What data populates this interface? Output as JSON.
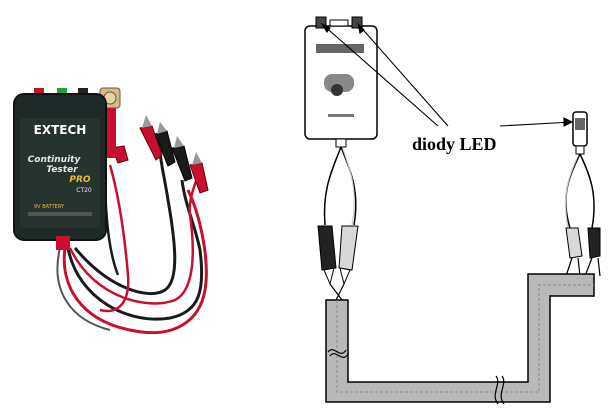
{
  "device": {
    "brand": "EXTECH",
    "model_logo_line1": "Continuity",
    "model_logo_line2": "Tester",
    "model_logo_line3": "PRO",
    "model_code": "CT20",
    "battery_label": "9V BATTERY"
  },
  "diagram": {
    "callout_label": "diody LED"
  },
  "colors": {
    "housing": "#1f2a28",
    "red_lead": "#c8102e",
    "black_lead": "#1a1a1a",
    "cable_fill": "#b9b9b9",
    "line": "#000000"
  }
}
